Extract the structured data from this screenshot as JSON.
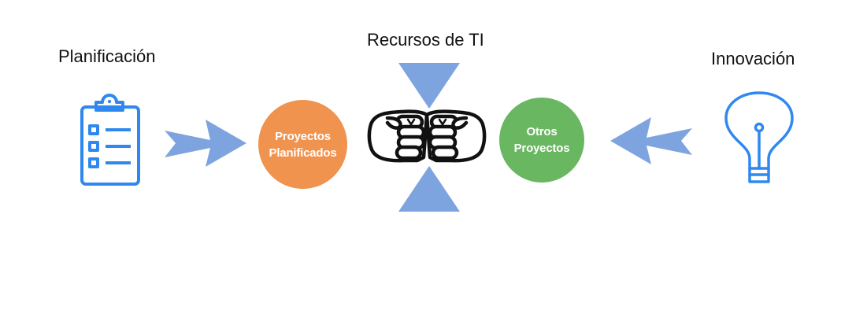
{
  "labels": {
    "planning": "Planificación",
    "it_resources": "Recursos de TI",
    "innovation": "Innovación"
  },
  "nodes": {
    "planned_projects": {
      "line1": "Proyectos",
      "line2": "Planificados",
      "color": "#F0934E"
    },
    "other_projects": {
      "line1": "Otros",
      "line2": "Proyectos",
      "color": "#69B760"
    }
  },
  "icons": {
    "planning": "clipboard-checklist-icon",
    "it_resources": "fist-bump-icon",
    "innovation": "light-bulb-icon"
  },
  "colors": {
    "arrow": "#7EA4DF",
    "icon_blue": "#2F88F0",
    "text": "#111111",
    "background": "#FFFFFF"
  }
}
